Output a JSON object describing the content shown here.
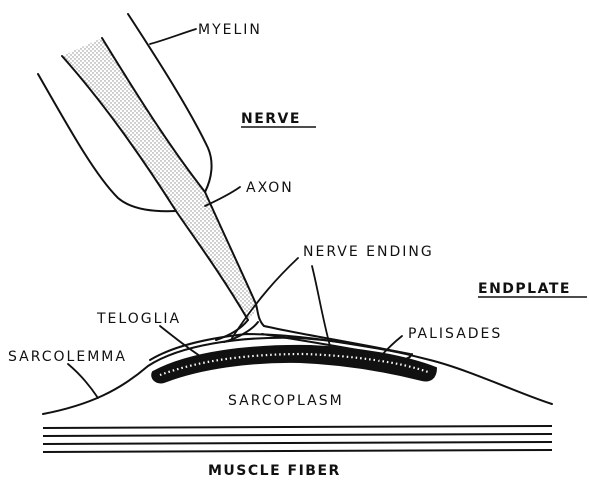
{
  "diagram": {
    "labels": {
      "myelin": "MYELIN",
      "nerve": "NERVE",
      "axon": "AXON",
      "nerve_ending": "NERVE ENDING",
      "endplate": "ENDPLATE",
      "teloglia": "TELOGLIA",
      "palisades": "PALISADES",
      "sarcolemma": "SARCOLEMMA",
      "sarcoplasm": "SARCOPLASM",
      "muscle_fiber": "MUSCLE FIBER"
    },
    "colors": {
      "ink": "#111111",
      "background": "#ffffff",
      "axon_shading": "#9a9a9a"
    }
  }
}
